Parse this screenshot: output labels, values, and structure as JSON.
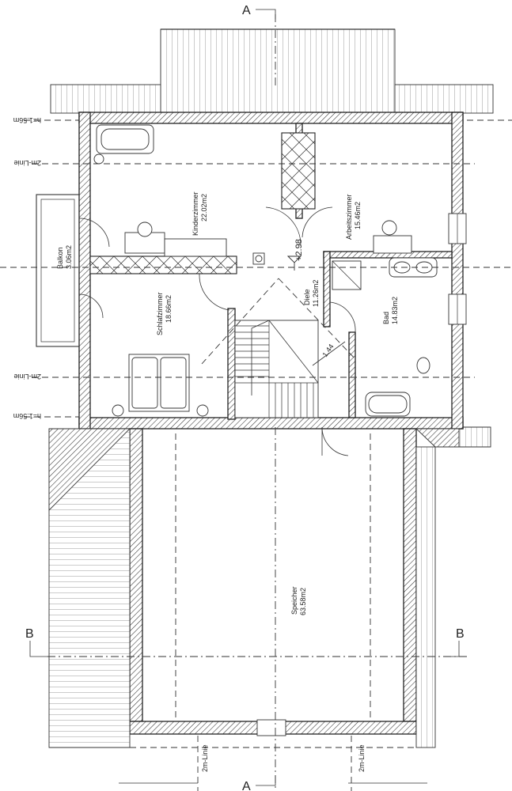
{
  "rooms": {
    "kinderzimmer": {
      "name": "Kinderzimmer",
      "area": "22.02m2"
    },
    "arbeitszimmer": {
      "name": "Arbeitszimmer",
      "area": "15.46m2"
    },
    "balkon": {
      "name": "Balkon",
      "area": "3.06m2"
    },
    "schlafzimmer": {
      "name": "Schlafzimmer",
      "area": "18.66m2"
    },
    "diele": {
      "name": "Diele",
      "area": "11.26m2"
    },
    "bad": {
      "name": "Bad",
      "area": "14.83m2"
    },
    "speicher": {
      "name": "Speicher",
      "area": "63.58m2"
    }
  },
  "section_markers": {
    "a_top": "A",
    "a_bottom": "A",
    "b_left": "B",
    "b_right": "B"
  },
  "annotations": {
    "level": "+2.98",
    "stair_width": "1.44",
    "height_top_left": "h=1.56m",
    "line_top_left": "2m-Linie",
    "line_mid_left": "2m-Linie",
    "height_mid_left": "h=1.56m",
    "line_bottom_left": "2m-Linie",
    "line_bottom_right": "2m-Linie"
  }
}
